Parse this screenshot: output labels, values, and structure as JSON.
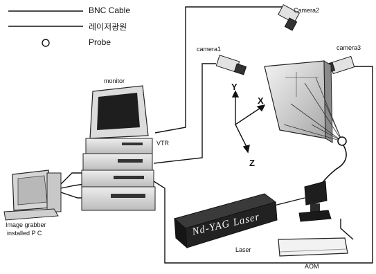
{
  "legend": {
    "bnc": "BNC Cable",
    "laser_light": "레이저광원",
    "probe": "Probe"
  },
  "labels": {
    "camera1": "camera1",
    "camera2": "Camera2",
    "camera3": "camera3",
    "monitor": "monitor",
    "vtr": "VTR",
    "axis_x": "X",
    "axis_y": "Y",
    "axis_z": "Z",
    "pc_line1": "Image grabber",
    "pc_line2": "installed P C",
    "nd_yag": "Nd-YAG Laser",
    "laser": "Laser",
    "aom": "AOM"
  },
  "colors": {
    "line": "#111111",
    "equipment": "#2a2a2a",
    "panel": "#d8d8d8",
    "background": "#ffffff"
  }
}
